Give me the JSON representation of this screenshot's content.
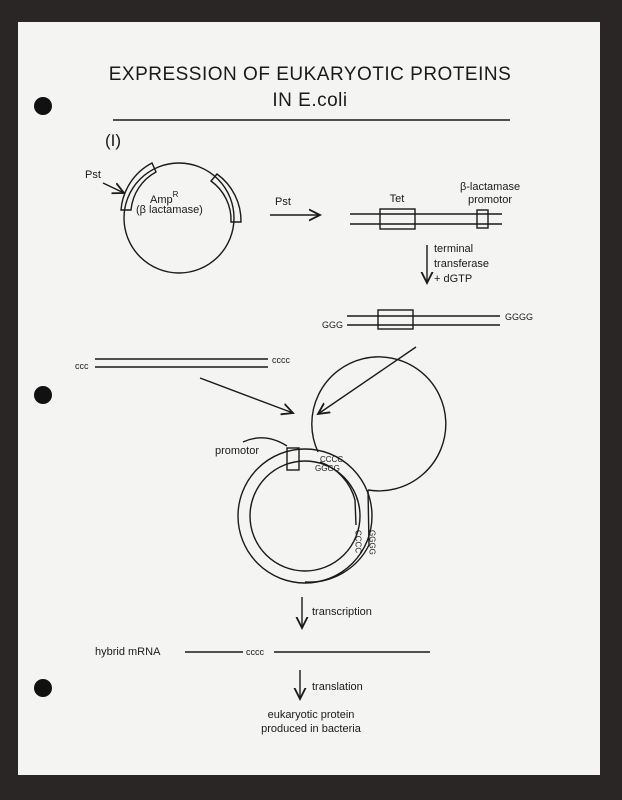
{
  "title": {
    "line1": "EXPRESSION OF EUKARYOTIC PROTEINS",
    "line2": "IN E.coli"
  },
  "section": "(I)",
  "plasmid": {
    "site_label": "Pst",
    "gene_label": "Amp",
    "gene_superscript": "R",
    "gene_sub_label": "(β lactamase)"
  },
  "digest": {
    "enzyme_label": "Pst"
  },
  "linear_dna": {
    "tet_label": "Tet",
    "promoter_label_1": "β-lactamase",
    "promoter_label_2": "promotor"
  },
  "tailing_step": {
    "line1": "terminal",
    "line2": "transferase",
    "line3": "+ dGTP"
  },
  "tailed_vector": {
    "left_tail": "GGG",
    "right_tail": "GGGG"
  },
  "cdna": {
    "left_tail": "ccc",
    "right_tail": "cccc"
  },
  "recombinant": {
    "promoter_label": "promotor",
    "outer_tail_top": "CCCC",
    "inner_tail_top": "GGGG",
    "inner_tail_right": "CCCC",
    "outer_tail_right": "GGGG"
  },
  "steps": {
    "transcription": "transcription",
    "translation": "translation"
  },
  "mrna": {
    "label": "hybrid mRNA",
    "tail": "cccc"
  },
  "result": {
    "line1": "eukaryotic protein",
    "line2": "produced in bacteria"
  }
}
